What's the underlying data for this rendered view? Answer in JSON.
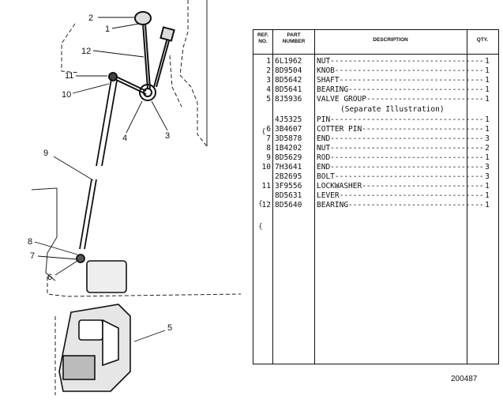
{
  "callouts": [
    "1",
    "2",
    "3",
    "4",
    "5",
    "6",
    "7",
    "8",
    "9",
    "10",
    "11",
    "12"
  ],
  "table": {
    "headers": {
      "ref_no": "REF. NO.",
      "part_number": "PART NUMBER",
      "description": "DESCRIPTION",
      "qty": "QTY."
    },
    "rows": [
      {
        "ref": "1",
        "part": "6L1962",
        "desc": "NUT",
        "qty": "1"
      },
      {
        "ref": "2",
        "part": "8D9504",
        "desc": "KNOB",
        "qty": "1"
      },
      {
        "ref": "3",
        "part": "8D5642",
        "desc": "SHAFT",
        "qty": "1"
      },
      {
        "ref": "4",
        "part": "8D5641",
        "desc": "BEARING",
        "qty": "1"
      },
      {
        "ref": "5",
        "part": "8J5936",
        "desc": "VALVE GROUP",
        "qty": "1"
      },
      {
        "ref": "",
        "part": "",
        "desc": "(Separate Illustration)",
        "qty": "",
        "note": true
      },
      {
        "ref": "",
        "part": "4J5325",
        "desc": "PIN",
        "qty": "1"
      },
      {
        "ref": "6",
        "part": "3B4607",
        "desc": "COTTER PIN",
        "qty": "1"
      },
      {
        "ref": "7",
        "part": "3D5878",
        "desc": "END",
        "qty": "3"
      },
      {
        "ref": "8",
        "part": "1B4202",
        "desc": "NUT",
        "qty": "2"
      },
      {
        "ref": "9",
        "part": "8D5629",
        "desc": "ROD",
        "qty": "1"
      },
      {
        "ref": "10",
        "part": "7H3641",
        "desc": "END",
        "qty": "3"
      },
      {
        "ref": "",
        "part": "2B2695",
        "desc": "BOLT",
        "qty": "3"
      },
      {
        "ref": "11",
        "part": "3F9556",
        "desc": "LOCKWASHER",
        "qty": "1"
      },
      {
        "ref": "",
        "part": "8D5631",
        "desc": "LEVER",
        "qty": "1"
      },
      {
        "ref": "12",
        "part": "8D5640",
        "desc": "BEARING",
        "qty": "1"
      }
    ]
  },
  "figure_number": "200487"
}
